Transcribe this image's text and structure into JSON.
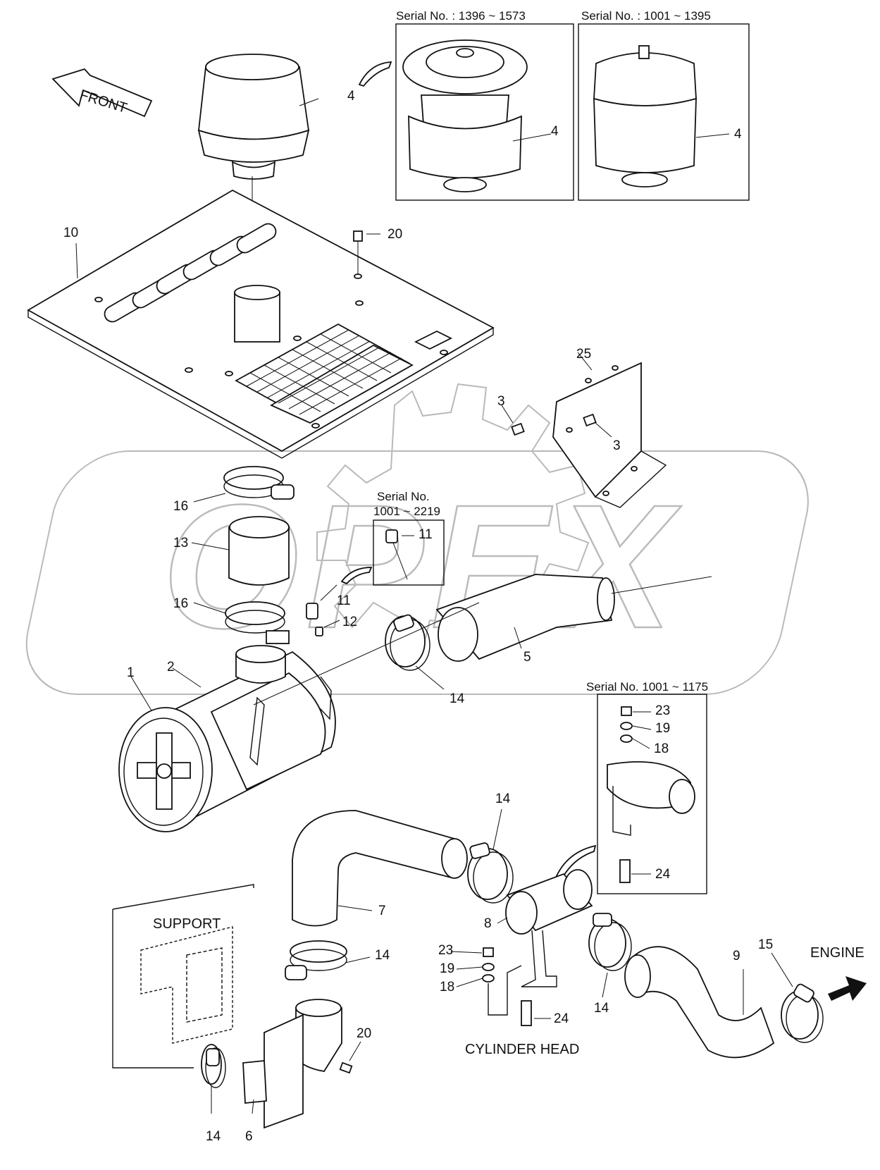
{
  "detail_boxes": {
    "top_left_header": "Serial No. : 1396 ~ 1573",
    "top_right_header": "Serial No. : 1001 ~ 1395",
    "sensor_header_1": "Serial No.",
    "sensor_header_2": "1001 ~ 2219",
    "bracket_header": "Serial No. 1001 ~ 1175"
  },
  "annotations": {
    "front": "FRONT",
    "support": "SUPPORT",
    "cylinder_head": "CYLINDER HEAD",
    "engine": "ENGINE"
  },
  "part_numbers": {
    "p1": "1",
    "p2": "2",
    "p3a": "3",
    "p3b": "3",
    "p4a": "4",
    "p4b": "4",
    "p4c": "4",
    "p5": "5",
    "p6": "6",
    "p7": "7",
    "p8": "8",
    "p9": "9",
    "p10": "10",
    "p11a": "11",
    "p11b": "11",
    "p12": "12",
    "p13": "13",
    "p14a": "14",
    "p14b": "14",
    "p14c": "14",
    "p14d": "14",
    "p14e": "14",
    "p15": "15",
    "p16a": "16",
    "p16b": "16",
    "p18a": "18",
    "p18b": "18",
    "p19a": "19",
    "p19b": "19",
    "p20a": "20",
    "p20b": "20",
    "p23a": "23",
    "p23b": "23",
    "p24a": "24",
    "p24b": "24",
    "p25": "25"
  },
  "watermark": "OPEX"
}
